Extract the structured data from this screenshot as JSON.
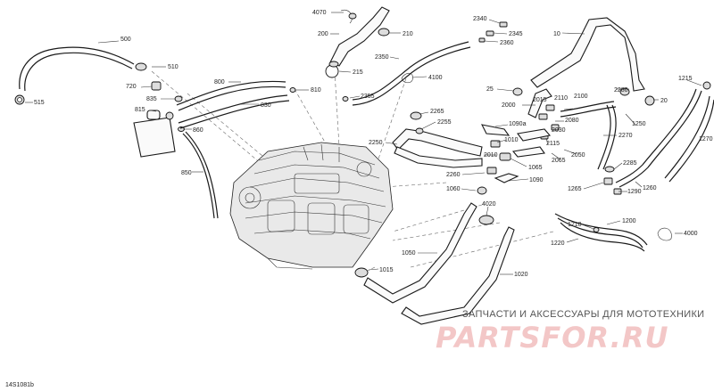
{
  "document_id": "14S1081b",
  "watermark": {
    "tagline": "ЗАПЧАСТИ И АКСЕССУАРЫ ДЛЯ МОТОТЕХНИКИ",
    "logo": "PARTSFOR.RU"
  },
  "callouts": {
    "c500": "500",
    "c510": "510",
    "c515": "515",
    "c720": "720",
    "c835": "835",
    "c815": "815",
    "c860": "860",
    "c850": "850",
    "c800": "800",
    "c810": "810",
    "c830": "830",
    "c4070": "4070",
    "c200": "200",
    "c210": "210",
    "c215": "215",
    "c2350": "2350",
    "c2355": "2355",
    "c4100": "4100",
    "c2340": "2340",
    "c2345": "2345",
    "c2360": "2360",
    "c10": "10",
    "c1215": "1215",
    "c2280": "2280",
    "c20": "20",
    "c25": "25",
    "c2000": "2000",
    "c2015": "2015",
    "c2110": "2110",
    "c2100": "2100",
    "c1250": "1250",
    "c1270": "1270",
    "c2265": "2265",
    "c2255": "2255",
    "c1090a": "1090a",
    "c2030": "2030",
    "c2080": "2080",
    "c2270": "2270",
    "c2250": "2250",
    "c1010": "1010",
    "c2115": "2115",
    "c2010": "2010",
    "c1065": "1065",
    "c2065": "2065",
    "c2050": "2050",
    "c2260": "2260",
    "c2285": "2285",
    "c1090": "1090",
    "c1060": "1060",
    "c1265": "1265",
    "c1290": "1290",
    "c1260": "1260",
    "c4020": "4020",
    "c1210": "1210",
    "c1200": "1200",
    "c1220": "1220",
    "c4000": "4000",
    "c1050": "1050",
    "c1015": "1015",
    "c1020": "1020"
  }
}
